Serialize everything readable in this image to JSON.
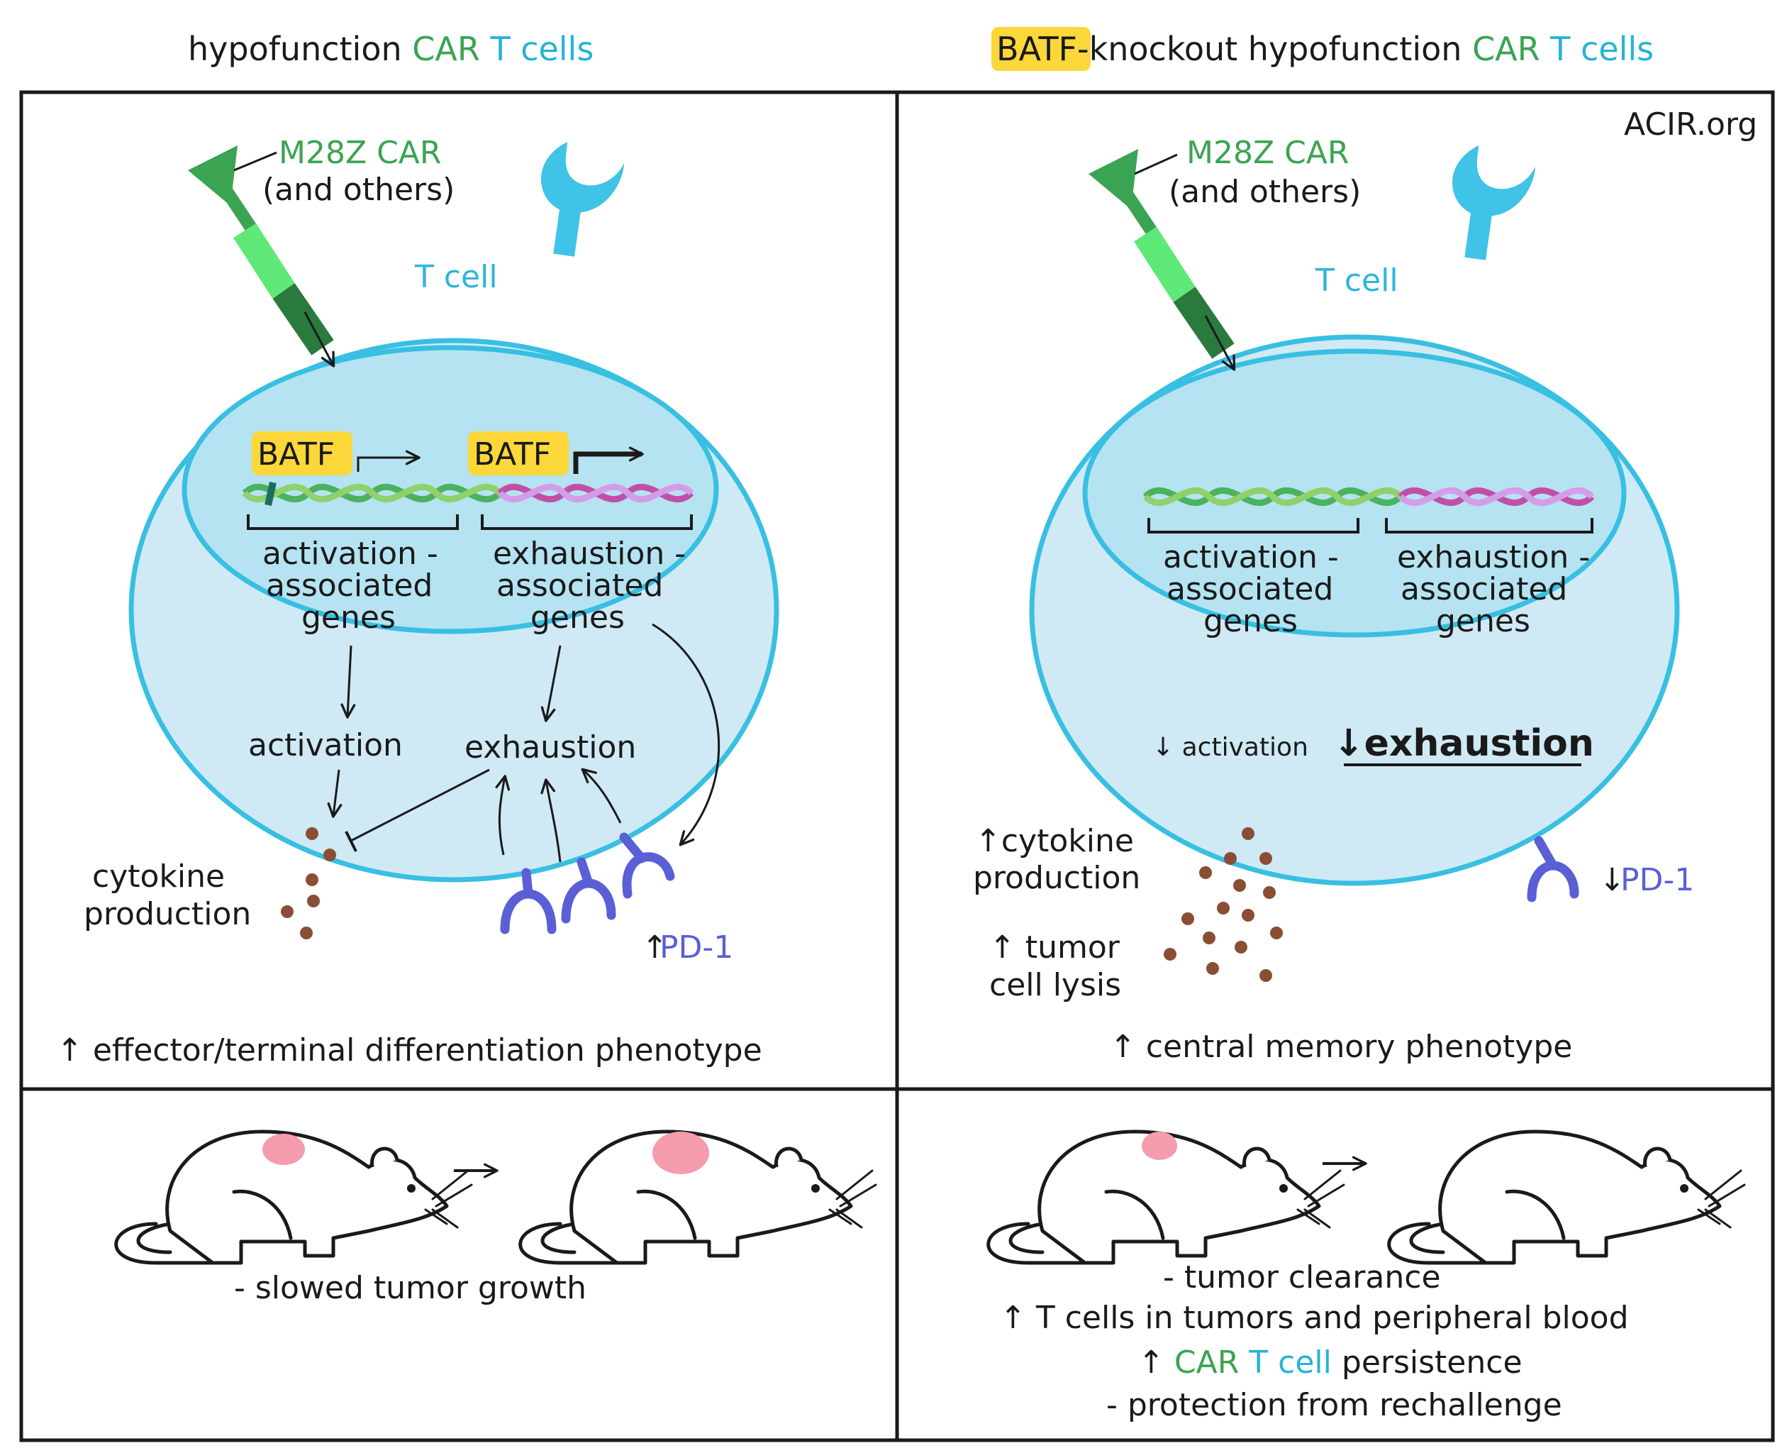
{
  "credit": "ACIR.org",
  "left": {
    "title_prefix": "hypofunction",
    "title_car": "CAR",
    "title_t": "T",
    "title_cells": "cells",
    "car_label": "M28Z CAR",
    "car_sub": "(and others)",
    "cell_label": "T cell",
    "batf1": "BATF",
    "batf2": "BATF",
    "genes_a": [
      "activation -",
      "associated",
      "genes"
    ],
    "genes_b": [
      "exhaustion -",
      "associated",
      "genes"
    ],
    "activation": "activation",
    "exhaustion": "exhaustion",
    "cytokine": [
      "cytokine",
      "production"
    ],
    "pd1_arrow": "↑",
    "pd1": "PD-1",
    "phenotype": "↑ effector/terminal differentiation phenotype",
    "outcome": "- slowed tumor growth"
  },
  "right": {
    "title_batf": "BATF",
    "title_rest": "-knockout hypofunction",
    "title_car": "CAR",
    "title_t": "T",
    "title_cells": "cells",
    "car_label": "M28Z CAR",
    "car_sub": "(and others)",
    "cell_label": "T cell",
    "genes_a": [
      "activation -",
      "associated",
      "genes"
    ],
    "genes_b": [
      "exhaustion -",
      "associated",
      "genes"
    ],
    "activation": "↓ activation",
    "exhaustion_arrow": "↓",
    "exhaustion": "exhaustion",
    "cytokine": [
      "↑cytokine",
      "production"
    ],
    "lysis": [
      "↑ tumor",
      "cell lysis"
    ],
    "pd1_arrow": "↓",
    "pd1": "PD-1",
    "phenotype": "↑ central memory phenotype",
    "outcomes": {
      "line1": "- tumor  clearance",
      "line2": "↑ T cells in tumors and peripheral blood",
      "line3_arrow": "↑",
      "line3_car": "CAR",
      "line3_t": "T",
      "line3_cell": "cell",
      "line3_rest": "persistence",
      "line4": "- protection  from rechallenge"
    }
  },
  "colors": {
    "cell_fill": "#cfeaf5",
    "cell_stroke": "#38bfe2",
    "nucleus_fill": "#b5e3f1",
    "batf_highlight": "#fbd73a",
    "car_green": "#3aa452",
    "t_teal": "#25b3d8",
    "pd1_blue": "#5a5fd6",
    "cytokine_brown": "#8a4e34",
    "tumor_pink": "#f59cad"
  }
}
